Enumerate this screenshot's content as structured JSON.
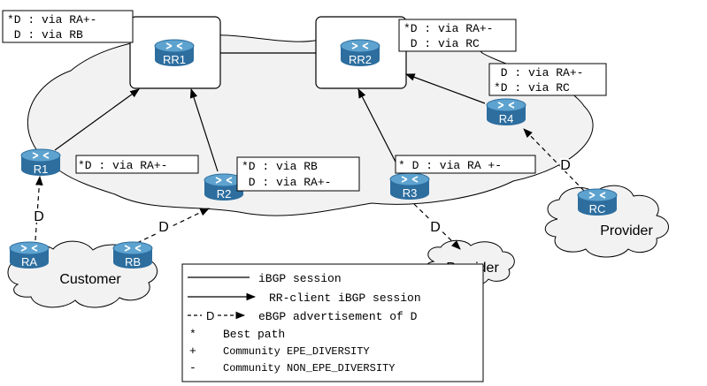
{
  "colors": {
    "router_fill": "#2d6e9f",
    "router_top": "#5ea3cf",
    "cloud_fill": "#f2f2f2",
    "stroke": "#000000"
  },
  "routers": {
    "rr1": "RR1",
    "rr2": "RR2",
    "r1": "R1",
    "r2": "R2",
    "r3": "R3",
    "r4": "R4",
    "ra": "RA",
    "rb": "RB",
    "rc": "RC"
  },
  "clouds": {
    "customer": "Customer",
    "provider_r3": "Provider",
    "provider_rc": "Provider"
  },
  "edge_labels": {
    "ra_r1": "D",
    "rb_r2": "D",
    "r3_provider": "D",
    "rc_r4": "D"
  },
  "rib_tables": {
    "rr1": [
      "*D : via RA+-",
      " D : via RB"
    ],
    "rr2": [
      "*D : via RA+-",
      " D : via RC"
    ],
    "r4": [
      " D : via RA+-",
      "*D : via RC"
    ],
    "r1": [
      "*D : via RA+-"
    ],
    "r2": [
      "*D : via RB",
      " D : via RA+-"
    ],
    "r3": [
      "* D : via RA +-"
    ]
  },
  "legend": {
    "ibgp": "iBGP session",
    "rr_client": "RR-client iBGP session",
    "ebgp_marker": "D",
    "ebgp": "eBGP advertisement of D",
    "star_symbol": "*",
    "star": "Best path",
    "plus_symbol": "+",
    "plus": "Community EPE_DIVERSITY",
    "minus_symbol": "-",
    "minus": "Community NON_EPE_DIVERSITY"
  }
}
